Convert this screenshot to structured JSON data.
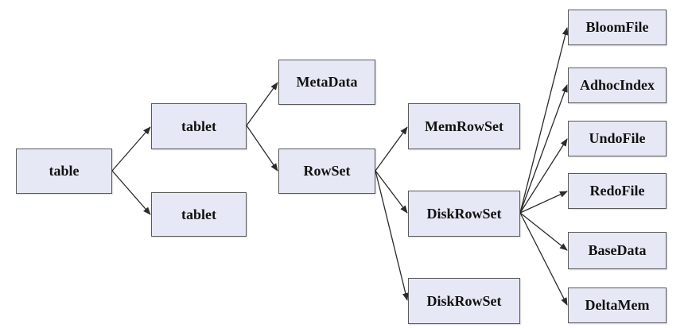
{
  "nodes": {
    "table": "table",
    "tablet_1": "tablet",
    "tablet_2": "tablet",
    "metadata": "MetaData",
    "rowset": "RowSet",
    "memrowset": "MemRowSet",
    "diskrowset_1": "DiskRowSet",
    "diskrowset_2": "DiskRowSet",
    "bloomfile": "BloomFile",
    "adhocindex": "AdhocIndex",
    "undofile": "UndoFile",
    "redofile": "RedoFile",
    "basedata": "BaseData",
    "deltamem": "DeltaMem"
  },
  "colors": {
    "node_fill": "#e6e9f5",
    "node_border": "#5a5a5a",
    "edge": "#2b2b2b"
  }
}
